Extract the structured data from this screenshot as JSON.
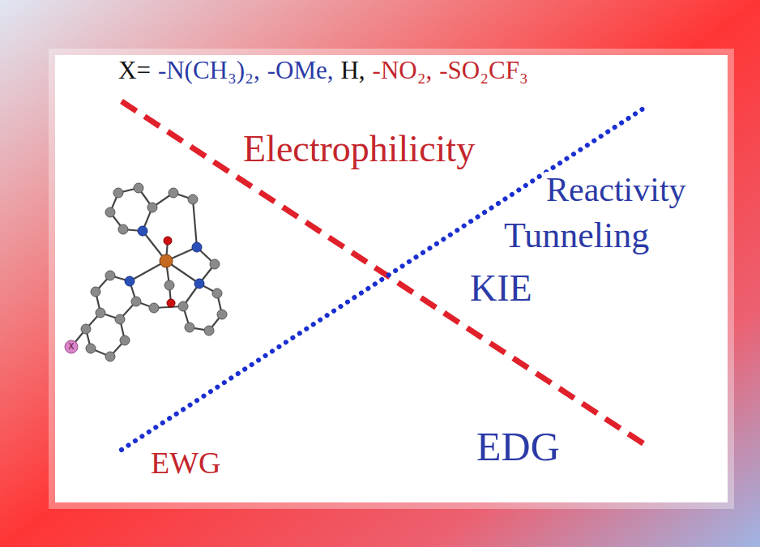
{
  "diagram": {
    "labels": [
      "X=",
      "-N(CH₃)₂,",
      "-OMe,",
      "H,",
      "-NO₂,",
      "-SO₂CF₃",
      "Electrophilicity",
      "Reactivity",
      "Tunneling",
      "KIE",
      "EWG",
      "EDG",
      "X"
    ]
  }
}
